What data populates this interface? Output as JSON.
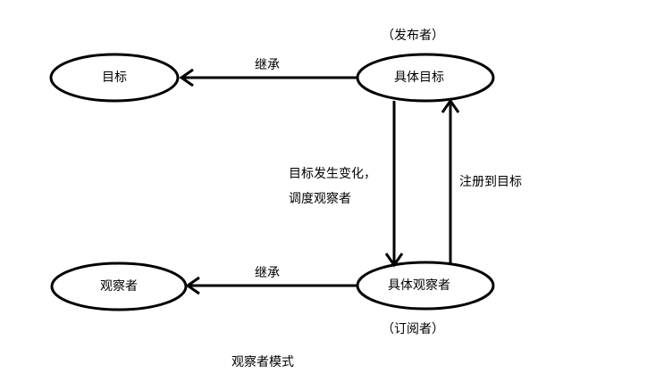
{
  "diagram": {
    "nodes": {
      "subject": "目标",
      "concrete_subject": "具体目标",
      "observer": "观察者",
      "concrete_observer": "具体观察者"
    },
    "roles": {
      "publisher": "（发布者）",
      "subscriber": "（订阅者）"
    },
    "edges": {
      "inherit_top": "继承",
      "inherit_bottom": "继承",
      "notify_line1": "目标发生变化，",
      "notify_line2": "调度观察者",
      "register": "注册到目标"
    },
    "caption": "观察者模式",
    "colors": {
      "stroke": "#000000",
      "background": "#ffffff"
    }
  }
}
